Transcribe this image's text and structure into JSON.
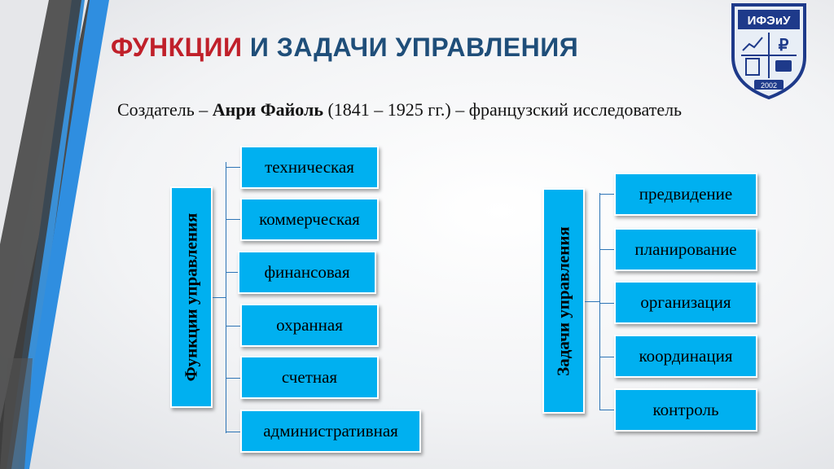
{
  "title": {
    "part1": "ФУНКЦИИ",
    "part2": "И ЗАДАЧИ УПРАВЛЕНИЯ"
  },
  "subtitle": {
    "prefix": "Создатель – ",
    "name": "Анри Файоль",
    "suffix": " (1841 – 1925 гг.) – французский исследователь"
  },
  "functions": {
    "heading": "Функции управления",
    "items": [
      "техническая",
      "коммерческая",
      "финансовая",
      "охранная",
      "счетная",
      "административная"
    ]
  },
  "tasks": {
    "heading": "Задачи управления",
    "items": [
      "предвидение",
      "планирование",
      "организация",
      "координация",
      "контроль"
    ]
  },
  "logo": {
    "abbr": "ИФЭиУ",
    "year": "2002"
  },
  "colors": {
    "box": "#00b0f0",
    "line": "#2e75b6",
    "title_red": "#c0202a",
    "title_blue": "#1f4e79"
  }
}
